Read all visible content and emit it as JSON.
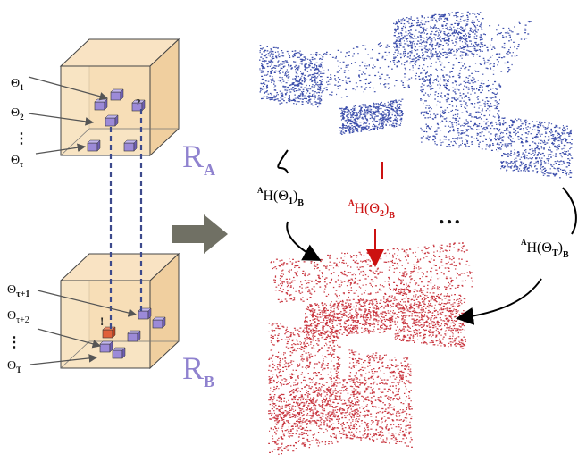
{
  "space_a": {
    "label_main": "R",
    "label_sub": "A",
    "unknown_mark": "?",
    "theta_labels": [
      {
        "main": "Θ",
        "sub": "1"
      },
      {
        "main": "Θ",
        "sub": "2"
      },
      {
        "main": "Θ",
        "sub": "τ"
      }
    ],
    "ellipsis": "⋮"
  },
  "space_b": {
    "label_main": "R",
    "label_sub": "B",
    "known_mark": "!",
    "theta_labels": [
      {
        "main": "Θ",
        "sub": "τ+1"
      },
      {
        "main": "Θ",
        "sub": "τ+2"
      },
      {
        "main": "Θ",
        "sub": "T"
      }
    ],
    "ellipsis": "⋮"
  },
  "transforms": [
    {
      "pre": "A",
      "body": "H(Θ",
      "sub": "1",
      "post": ")",
      "post_sub": "B",
      "color": "#000000"
    },
    {
      "pre": "A",
      "body": "H(Θ",
      "sub": "2",
      "post": ")",
      "post_sub": "B",
      "color": "#cc1111"
    },
    {
      "pre": "A",
      "body": "H(Θ",
      "sub": "T",
      "post": ")",
      "post_sub": "B",
      "color": "#000000"
    }
  ],
  "transforms_ellipsis": "…",
  "colors": {
    "cube_fill": "#f7dfb9",
    "cube_stroke": "#444444",
    "box_fill": "#9c8ad8",
    "box_highlight": "#e0603a",
    "label_purple": "#8f82cf",
    "dashed_line": "#3d4a8c",
    "cloud_top": "#1a2f9c",
    "cloud_bottom": "#c0141f",
    "big_arrow": "#707064"
  },
  "icons": {
    "transition_arrow": "right-arrow-icon"
  }
}
